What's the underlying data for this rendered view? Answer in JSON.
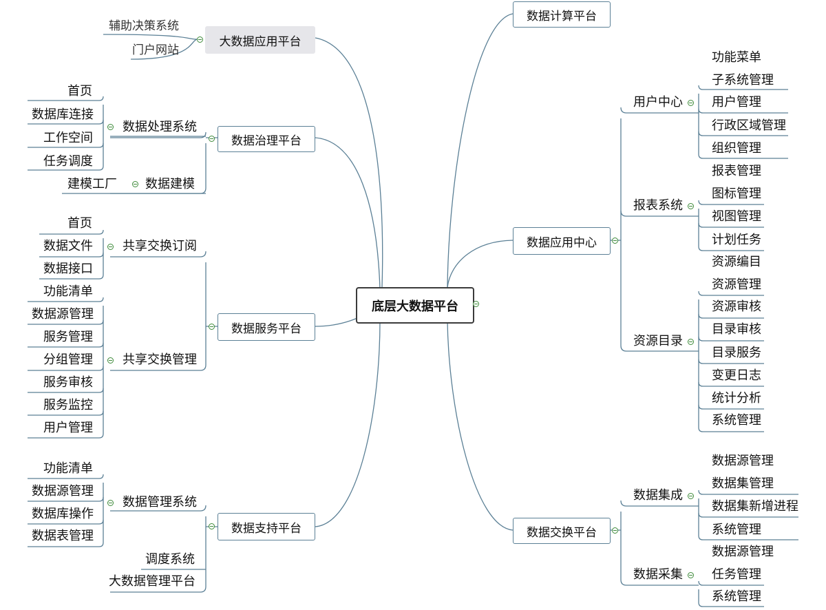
{
  "root": {
    "label": "底层大数据平台"
  },
  "left": {
    "app": {
      "label": "大数据应用平台",
      "children": [
        "辅助决策系统",
        "门户网站"
      ]
    },
    "gov": {
      "label": "数据治理平台",
      "proc": {
        "label": "数据处理系统",
        "items": [
          "首页",
          "数据库连接",
          "工作空间",
          "任务调度"
        ]
      },
      "model": {
        "label": "数据建模",
        "items": [
          "建模工厂"
        ]
      }
    },
    "svc": {
      "label": "数据服务平台",
      "sub": {
        "label": "共享交换订阅",
        "items": [
          "首页",
          "数据文件",
          "数据接口"
        ]
      },
      "mgmt": {
        "label": "共享交换管理",
        "items": [
          "功能清单",
          "数据源管理",
          "服务管理",
          "分组管理",
          "服务审核",
          "服务监控",
          "用户管理"
        ]
      }
    },
    "sup": {
      "label": "数据支持平台",
      "dm": {
        "label": "数据管理系统",
        "items": [
          "功能清单",
          "数据源管理",
          "数据库操作",
          "数据表管理"
        ]
      },
      "sched": "调度系统",
      "bdm": "大数据管理平台"
    }
  },
  "right": {
    "calc": {
      "label": "数据计算平台"
    },
    "appc": {
      "label": "数据应用中心",
      "user": {
        "label": "用户中心",
        "items": [
          "功能菜单",
          "子系统管理",
          "用户管理",
          "行政区域管理",
          "组织管理"
        ]
      },
      "report": {
        "label": "报表系统",
        "items": [
          "报表管理",
          "图标管理",
          "视图管理",
          "计划任务"
        ]
      },
      "res": {
        "label": "资源目录",
        "items": [
          "资源编目",
          "资源管理",
          "资源审核",
          "目录审核",
          "目录服务",
          "变更日志",
          "统计分析",
          "系统管理"
        ]
      }
    },
    "exch": {
      "label": "数据交换平台",
      "integ": {
        "label": "数据集成",
        "items": [
          "数据源管理",
          "数据集管理",
          "数据集新增进程",
          "系统管理"
        ]
      },
      "collect": {
        "label": "数据采集",
        "items": [
          "数据源管理",
          "任务管理",
          "系统管理"
        ]
      }
    }
  },
  "colors": {
    "line": "#5a7f95",
    "collapse": "#3d8a39",
    "shade": "#e6e6ea",
    "root_border": "#3a3a3a"
  }
}
